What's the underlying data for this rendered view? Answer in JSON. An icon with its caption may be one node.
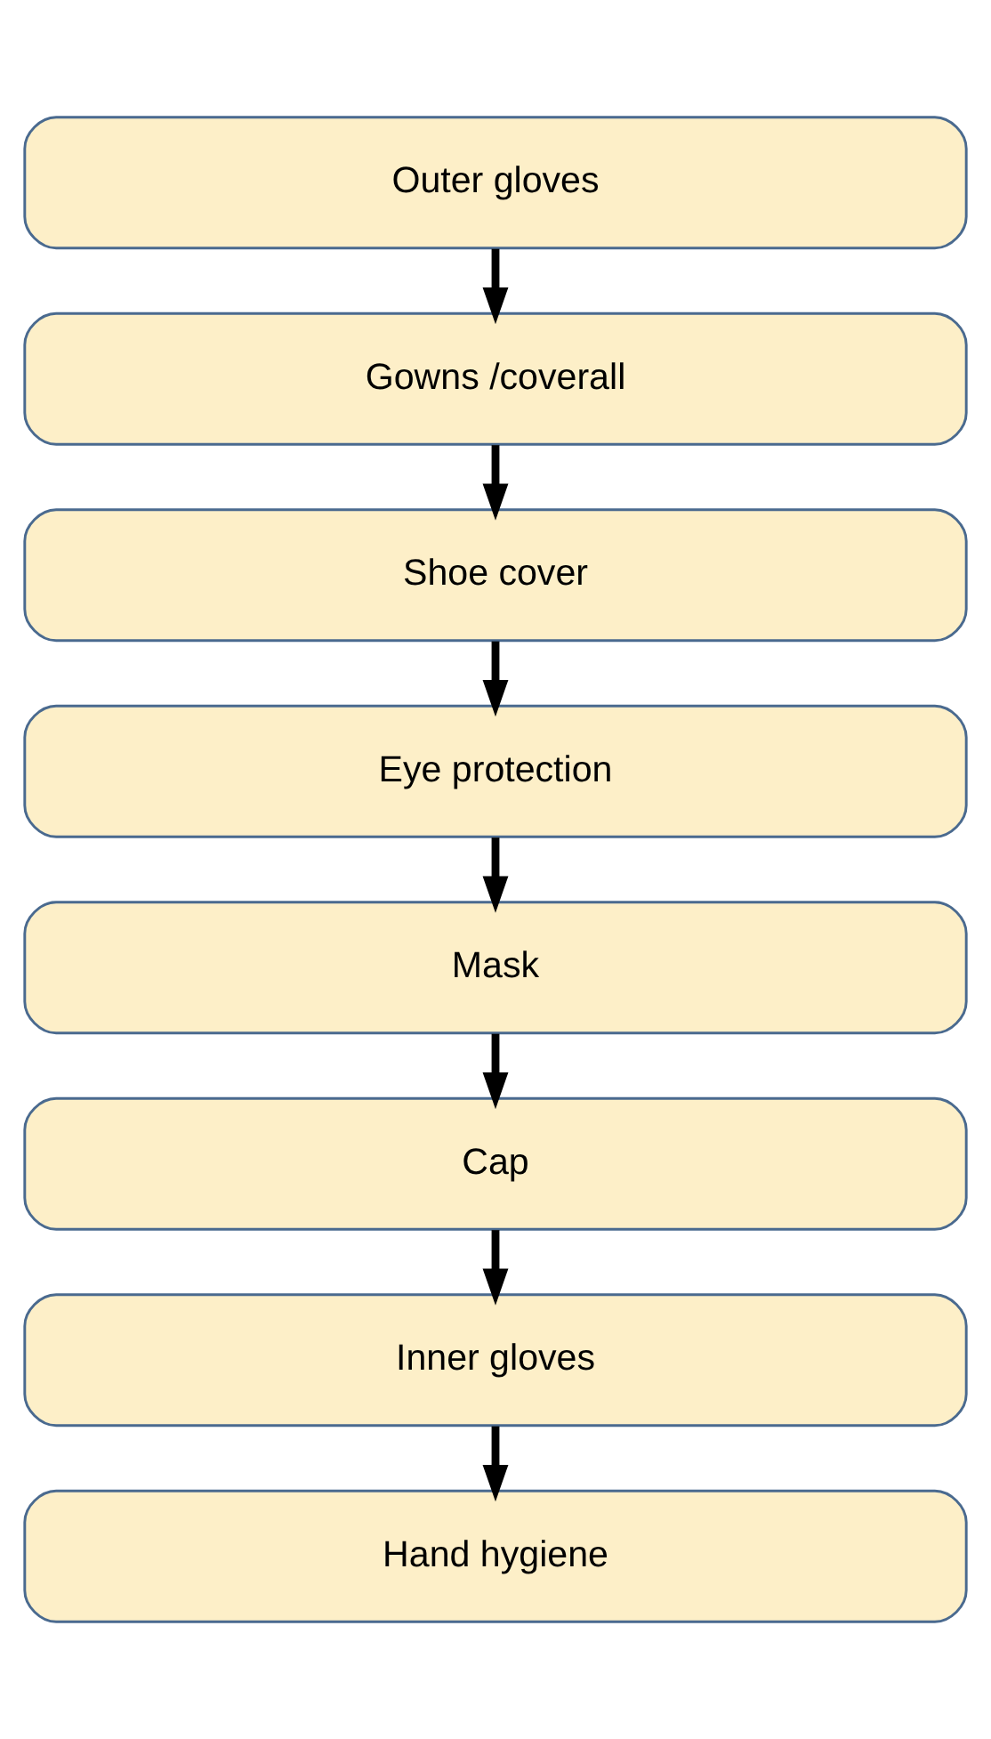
{
  "diagram": {
    "nodes": [
      {
        "text": [
          "Outer gloves"
        ]
      },
      {
        "text": [
          "Gowns /coverall"
        ]
      },
      {
        "text": [
          "Shoe cover"
        ]
      },
      {
        "text": [
          "Eye protection"
        ]
      },
      {
        "text": [
          "Mask"
        ]
      },
      {
        "text": [
          "Cap"
        ]
      },
      {
        "text": [
          "Inner gloves"
        ]
      },
      {
        "text": [
          "Hand hygiene"
        ]
      }
    ],
    "edges": [
      {
        "from": 0,
        "to": 1,
        "arrow": "to"
      },
      {
        "from": 1,
        "to": 2,
        "arrow": "to"
      },
      {
        "from": 2,
        "to": 3,
        "arrow": "to"
      },
      {
        "from": 3,
        "to": 4,
        "arrow": "to"
      },
      {
        "from": 4,
        "to": 5,
        "arrow": "to"
      },
      {
        "from": 5,
        "to": 6,
        "arrow": "to"
      },
      {
        "from": 6,
        "to": 7,
        "arrow": "to"
      }
    ]
  }
}
